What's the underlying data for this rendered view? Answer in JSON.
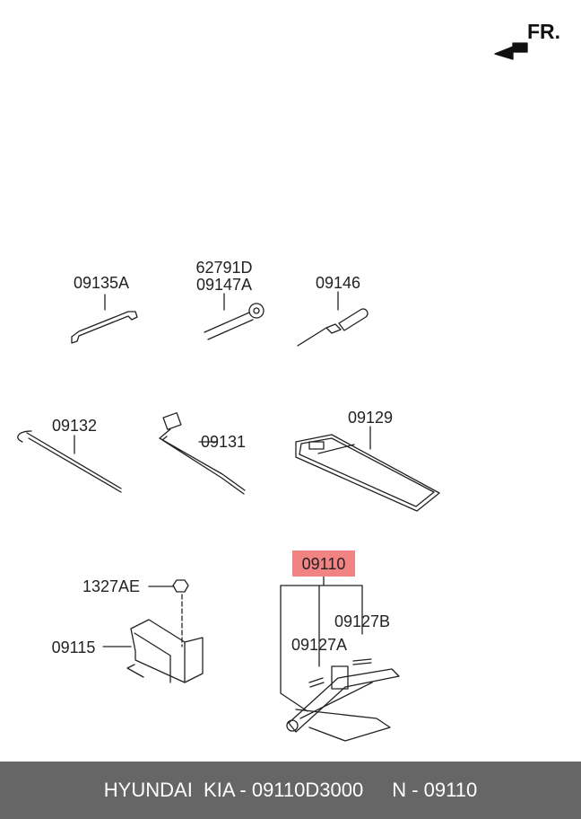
{
  "direction_label": "FR.",
  "parts": {
    "spanner": "09135A",
    "handle_code": "62791D",
    "handle": "09147A",
    "screwdriver": "09146",
    "rod": "09132",
    "wrench": "09131",
    "case": "09129",
    "jack_assy": "09110",
    "label_b": "09127B",
    "label_a": "09127A",
    "nut": "1327AE",
    "bracket": "09115"
  },
  "highlight_color": "#f28383",
  "footer": {
    "brand_part": "HYUNDAI  KIA - 09110D3000",
    "n_part": "N - 09110"
  }
}
